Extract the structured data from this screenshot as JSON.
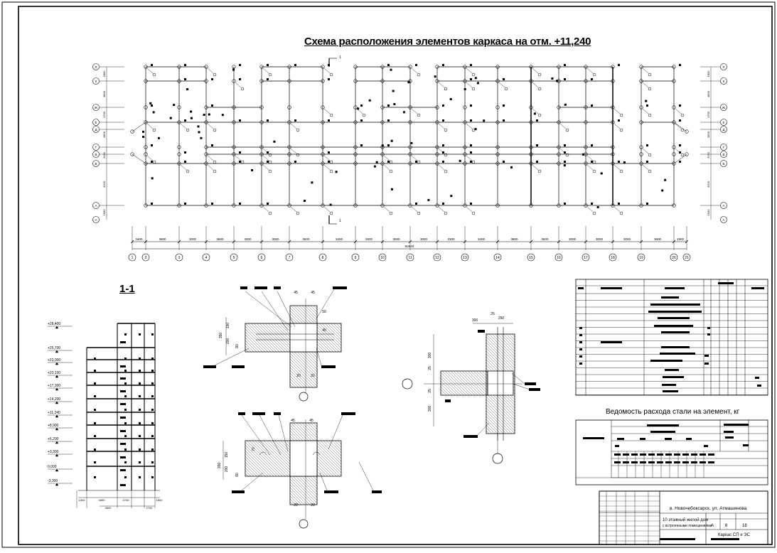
{
  "drawing": {
    "title": "Схема расположения элементов каркаса на отм. +11,240",
    "section_label": "1-1",
    "section_mark": "1",
    "plan_total_dim": "60640",
    "axes_bottom": [
      "1",
      "2",
      "3",
      "4",
      "5",
      "6",
      "7",
      "8",
      "9",
      "10",
      "11",
      "12",
      "13",
      "14",
      "15",
      "16",
      "17",
      "18",
      "19",
      "20",
      "21"
    ],
    "axes_side": [
      "Л",
      "К",
      "Ж",
      "Е",
      "Д",
      "Г",
      "В",
      "Б",
      "А"
    ],
    "spans_bottom": [
      "1600",
      "3600",
      "3000",
      "3600",
      "3000",
      "3000",
      "3600",
      "3400",
      "3600",
      "3000",
      "3000",
      "3300",
      "3400",
      "3600",
      "3600",
      "3000",
      "3000",
      "3000",
      "3600",
      "1900"
    ],
    "side_dims": [
      "1800",
      "4800",
      "1700",
      "1800",
      "3160",
      "4200",
      "1600"
    ],
    "levels": [
      "+28,400",
      "+25,700",
      "+23,000",
      "+20,100",
      "+17,300",
      "+14,200",
      "+11,240",
      "+8,900",
      "+6,200",
      "+3,300",
      "0,000",
      "-3,300"
    ],
    "section_dims": [
      "1600",
      "4800",
      "2700",
      "1600"
    ],
    "node_dims": [
      "45",
      "45",
      "50",
      "40",
      "350",
      "150",
      "200",
      "80",
      "20",
      "20"
    ],
    "node_dims_b": [
      "45",
      "45",
      "70",
      "350",
      "150",
      "200",
      "80",
      "20",
      "20"
    ],
    "node_dims_c": [
      "300",
      "25",
      "250",
      "300",
      "25",
      "25",
      "300"
    ],
    "spec_caption": "Ведомость расхода стали на элемент, кг"
  },
  "title_block": {
    "address": "в. Новочебоксарск, ул. Атмашинова",
    "project": "10 этажный жилой дом",
    "project_sub": "с встроенными помещениями",
    "stage": "А",
    "sheet": "8",
    "sheets": "18",
    "content": "Каркас СП и ЭС"
  }
}
